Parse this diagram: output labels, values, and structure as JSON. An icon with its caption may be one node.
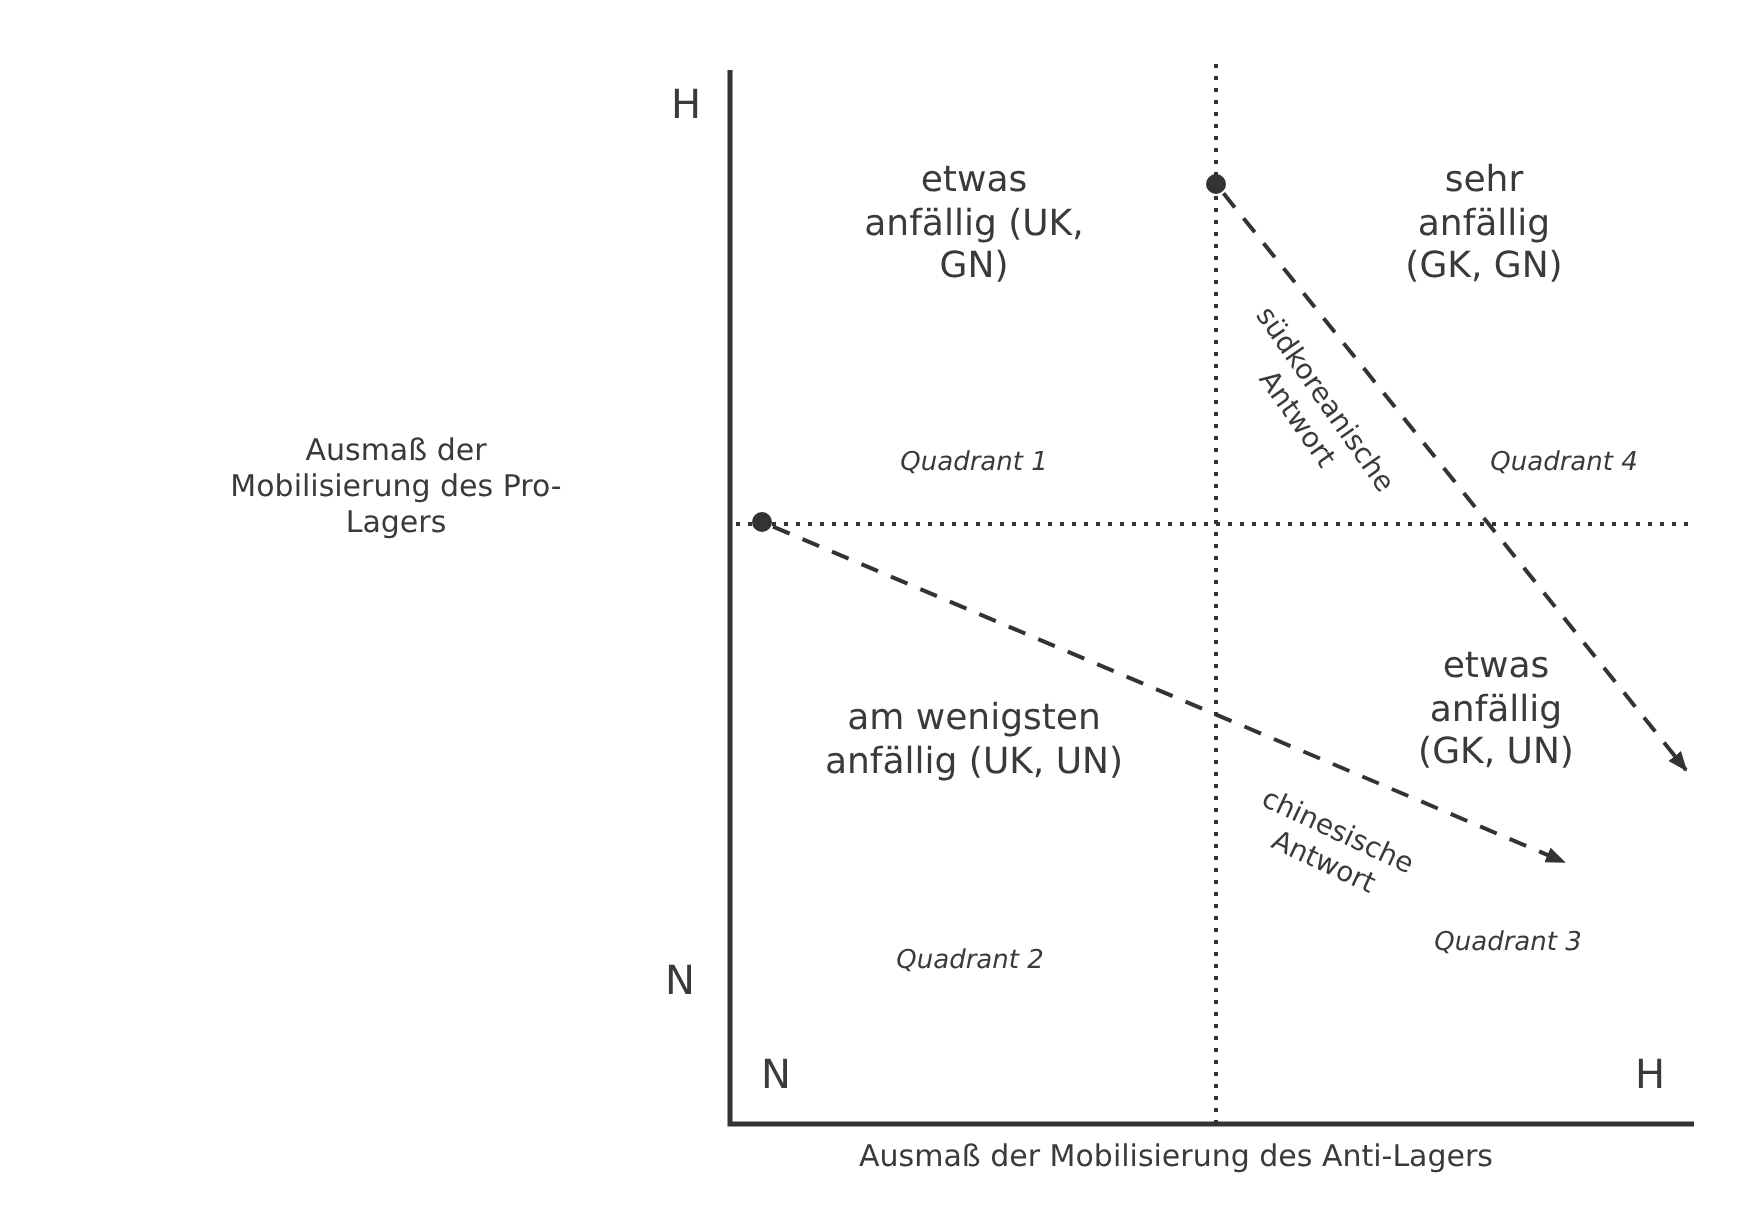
{
  "diagram": {
    "nodes": [
      {
        "text": [],
        "shape": "circle"
      },
      {
        "text": [],
        "shape": "circle"
      }
    ],
    "edges": [
      {
        "from": 0,
        "to": null,
        "arrow": "to",
        "label": "südkoreanische Antwort",
        "style": "dashed"
      },
      {
        "from": 1,
        "to": null,
        "arrow": "to",
        "label": "chinesische Antwort",
        "style": "dashed"
      }
    ],
    "labels": [
      "H",
      "etwas anfällig (UK, GN)",
      "sehr anfällig (GK, GN)",
      "Ausmaß der Mobilisierung des Pro-Lagers",
      "Quadrant 1",
      "Quadrant 4",
      "am wenigsten anfällig (UK, UN)",
      "etwas anfällig (GK, UN)",
      "Quadrant 3",
      "N",
      "Quadrant 2",
      "N",
      "H",
      "Ausmaß der Mobilisierung des Anti-Lagers"
    ]
  }
}
